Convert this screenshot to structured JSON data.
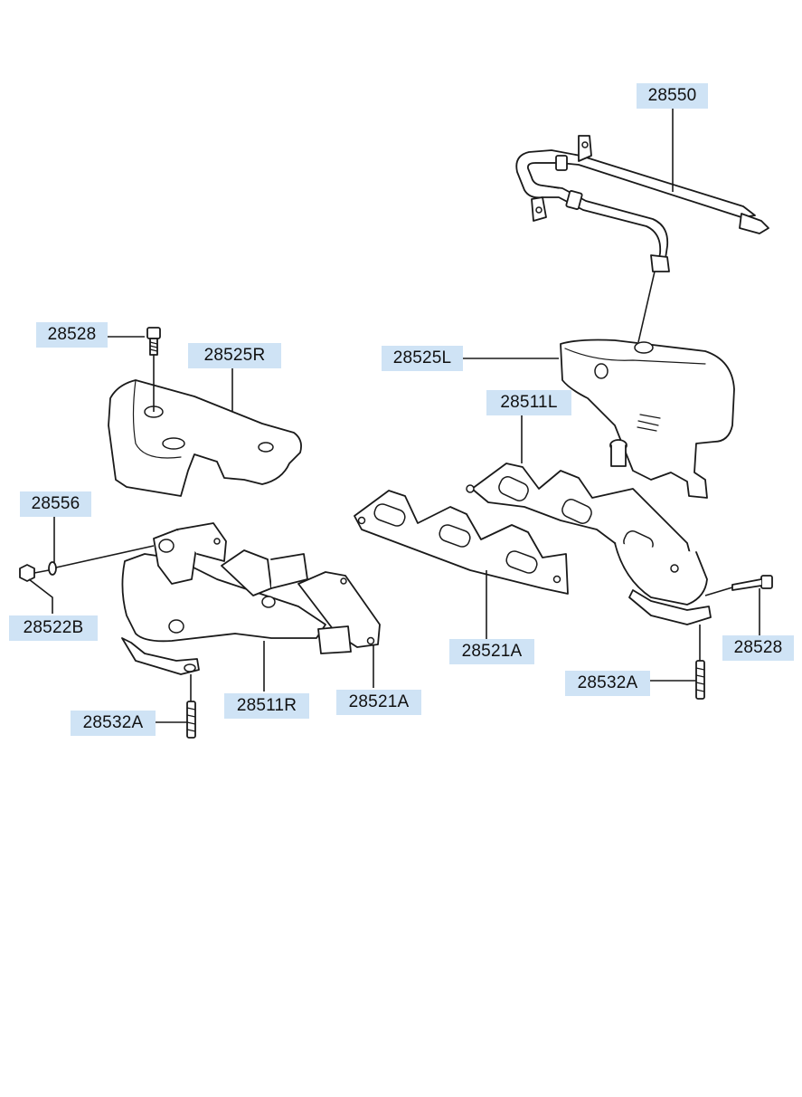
{
  "callouts": {
    "c28550": "28550",
    "c28528_left": "28528",
    "c28525R": "28525R",
    "c28525L": "28525L",
    "c28511L": "28511L",
    "c28556": "28556",
    "c28522B": "28522B",
    "c28521A_right": "28521A",
    "c28521A_left": "28521A",
    "c28511R": "28511R",
    "c28532A_left": "28532A",
    "c28532A_right": "28532A",
    "c28528_right": "28528"
  },
  "colors": {
    "callout_bg": "#cfe3f5",
    "line": "#1a1a1a",
    "background": "#ffffff"
  }
}
